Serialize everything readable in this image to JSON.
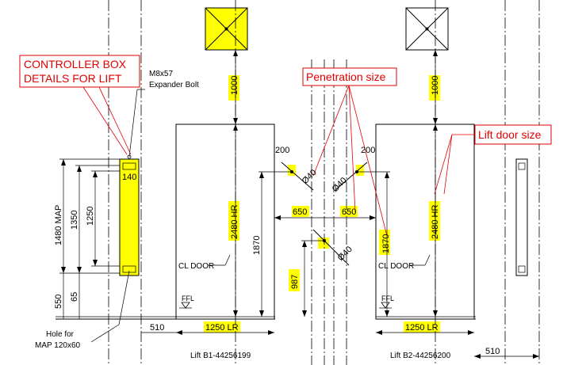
{
  "colors": {
    "highlight": "#ffff00",
    "annotation": "#e00000",
    "line": "#000000"
  },
  "annotations": {
    "controller_box_line1": "CONTROLLER BOX",
    "controller_box_line2": "DETAILS FOR LIFT",
    "penetration_size": "Penetration size",
    "lift_door_size": "Lift door size"
  },
  "labels": {
    "bolt_line1": "M8x57",
    "bolt_line2": "Expander Bolt",
    "hole_line1": "Hole for",
    "hole_line2": "MAP 120x60",
    "cl_door_left": "CL DOOR",
    "cl_door_right": "CL DOOR",
    "ffl_left": "FFL",
    "ffl_right": "FFL",
    "lift_b1": "Lift B1-44256199",
    "lift_b2": "Lift B2-44256200"
  },
  "dimensions": {
    "top_left_1000": "1000",
    "top_right_1000": "1000",
    "map_1480": "1480 MAP",
    "d1350": "1350",
    "d1250": "1250",
    "d140": "140",
    "d550": "550",
    "d65": "65",
    "hr_left": "2480 HR",
    "hr_right": "2480 HR",
    "d1870_left": "1870",
    "d1870_right": "1870",
    "d200_left": "200",
    "d200_right": "200",
    "phi40_a": "Ø40",
    "phi40_b": "Ø40",
    "phi40_c": "Ø40",
    "d650_left": "650",
    "d650_right": "650",
    "d987": "987",
    "d510_left": "510",
    "d510_right": "510",
    "lr_left": "1250 LR",
    "lr_right": "1250 LR"
  }
}
